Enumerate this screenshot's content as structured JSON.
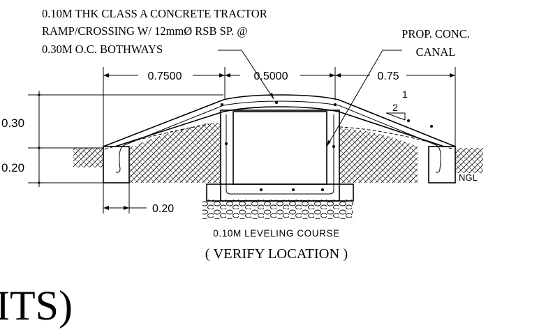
{
  "notes": {
    "slab_line1": "0.10M THK CLASS A CONCRETE TRACTOR",
    "slab_line2": "RAMP/CROSSING W/ 12mmØ RSB SP. @",
    "slab_line3": "0.30M O.C. BOTHWAYS",
    "canal_line1": "PROP. CONC.",
    "canal_line2": "CANAL"
  },
  "dimensions": {
    "top_left": "0.7500",
    "top_middle": "0.5000",
    "top_right": "0.75",
    "left_upper": "0.30",
    "left_lower": "0.20",
    "bottom_left": "0.20"
  },
  "slope": {
    "rise": "1",
    "run": "2"
  },
  "labels": {
    "ngl": "NGL",
    "leveling": "0.10M LEVELING COURSE",
    "verify": "( VERIFY LOCATION )",
    "partial_title": "ITS)"
  }
}
